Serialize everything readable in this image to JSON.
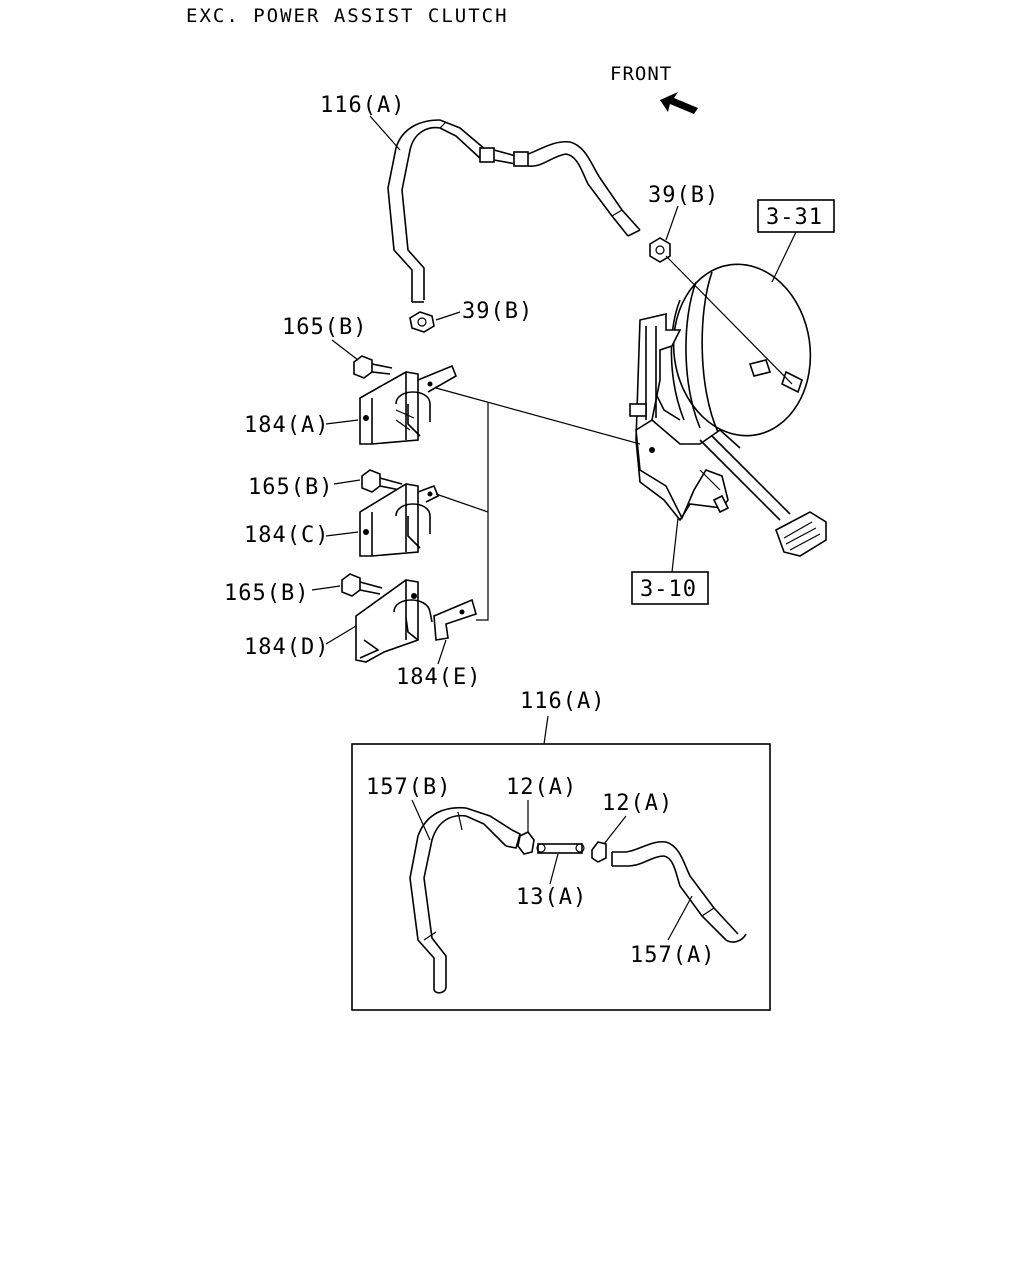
{
  "header": {
    "title": "EXC. POWER ASSIST CLUTCH"
  },
  "orientation": {
    "front_label": "FRONT",
    "arrow_icon": "front-arrow-icon"
  },
  "references": {
    "booster": "3-31",
    "pedal_bracket": "3-10"
  },
  "labels": {
    "pipe_upper": "116(A)",
    "clip_upper": "39(B)",
    "clip_mid": "39(B)",
    "bolt_a": "165(B)",
    "bracket_a": "184(A)",
    "bolt_c": "165(B)",
    "bracket_c": "184(C)",
    "bolt_d": "165(B)",
    "bracket_d": "184(D)",
    "bracket_e": "184(E)"
  },
  "detail": {
    "title": "116(A)",
    "hose_b": "157(B)",
    "nut_left": "12(A)",
    "nut_right": "12(A)",
    "pipe_center": "13(A)",
    "hose_a": "157(A)"
  }
}
